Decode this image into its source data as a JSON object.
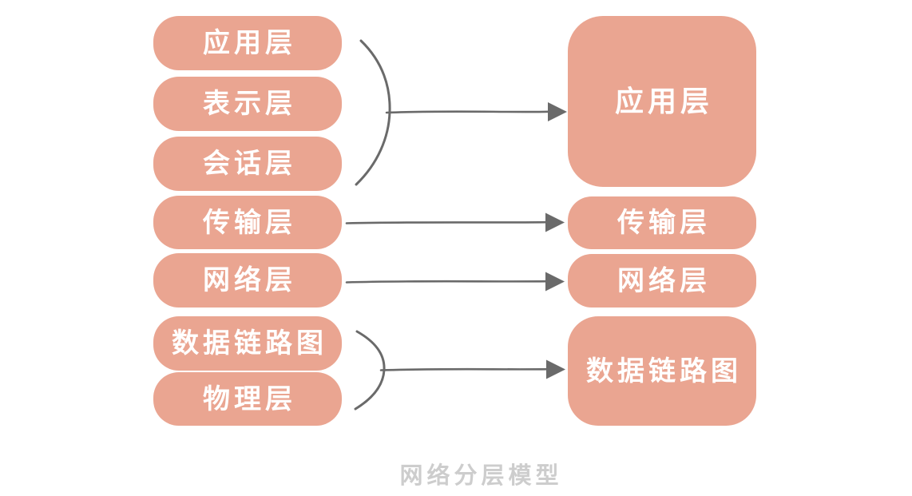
{
  "diagram": {
    "caption": "网络分层模型",
    "left_boxes": [
      {
        "label": "应用层"
      },
      {
        "label": "表示层"
      },
      {
        "label": "会话层"
      },
      {
        "label": "传输层"
      },
      {
        "label": "网络层"
      },
      {
        "label": "数据链路图"
      },
      {
        "label": "物理层"
      }
    ],
    "right_boxes": [
      {
        "label": "应用层"
      },
      {
        "label": "传输层"
      },
      {
        "label": "网络层"
      },
      {
        "label": "数据链路图"
      }
    ],
    "mappings": [
      {
        "from": [
          "应用层",
          "表示层",
          "会话层"
        ],
        "to": "应用层"
      },
      {
        "from": [
          "传输层"
        ],
        "to": "传输层"
      },
      {
        "from": [
          "网络层"
        ],
        "to": "网络层"
      },
      {
        "from": [
          "数据链路图",
          "物理层"
        ],
        "to": "数据链路图"
      }
    ],
    "colors": {
      "box_fill": "#EAA591",
      "box_text": "#FFFFFF",
      "arrow": "#6A6A6A",
      "caption_text": "#CDCDCD",
      "background": "#FFFFFF"
    }
  }
}
